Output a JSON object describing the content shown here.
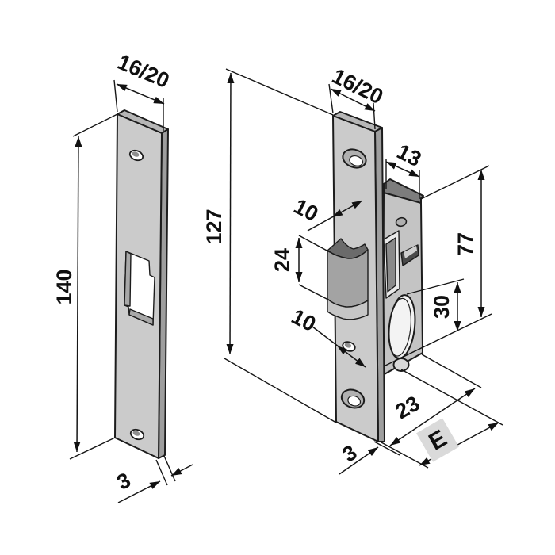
{
  "drawing": {
    "title": "mortise lock and strike plate dimensional drawing",
    "strike_plate": {
      "part": "strike-plate",
      "dims": {
        "width": "16/20",
        "height": "140",
        "thickness": "3"
      }
    },
    "lock": {
      "part": "mortise-lock",
      "dims": {
        "width": "16/20",
        "faceplate_height": "127",
        "case_depth": "13",
        "top_gap": "10",
        "latch_height": "24",
        "bottom_gap": "10",
        "case_height": "77",
        "cylinder_offset": "30",
        "case_back_depth": "23",
        "faceplate_thickness": "3",
        "backset_label": "E"
      }
    },
    "colors": {
      "background": "#ffffff",
      "line": "#1c1c1c",
      "face_light": "#cbcbcb",
      "face_top": "#b6b6b6",
      "face_edge": "#9e9e9e",
      "body_side": "#c4c4c4",
      "body_top": "#7d7d7d",
      "latch_dark": "#6b6b6b",
      "latch_front": "#a3a3a3",
      "latch_light": "#c6c6c6",
      "hole_ring": "#b0b0b0",
      "highlight_box": "#dadada"
    }
  }
}
